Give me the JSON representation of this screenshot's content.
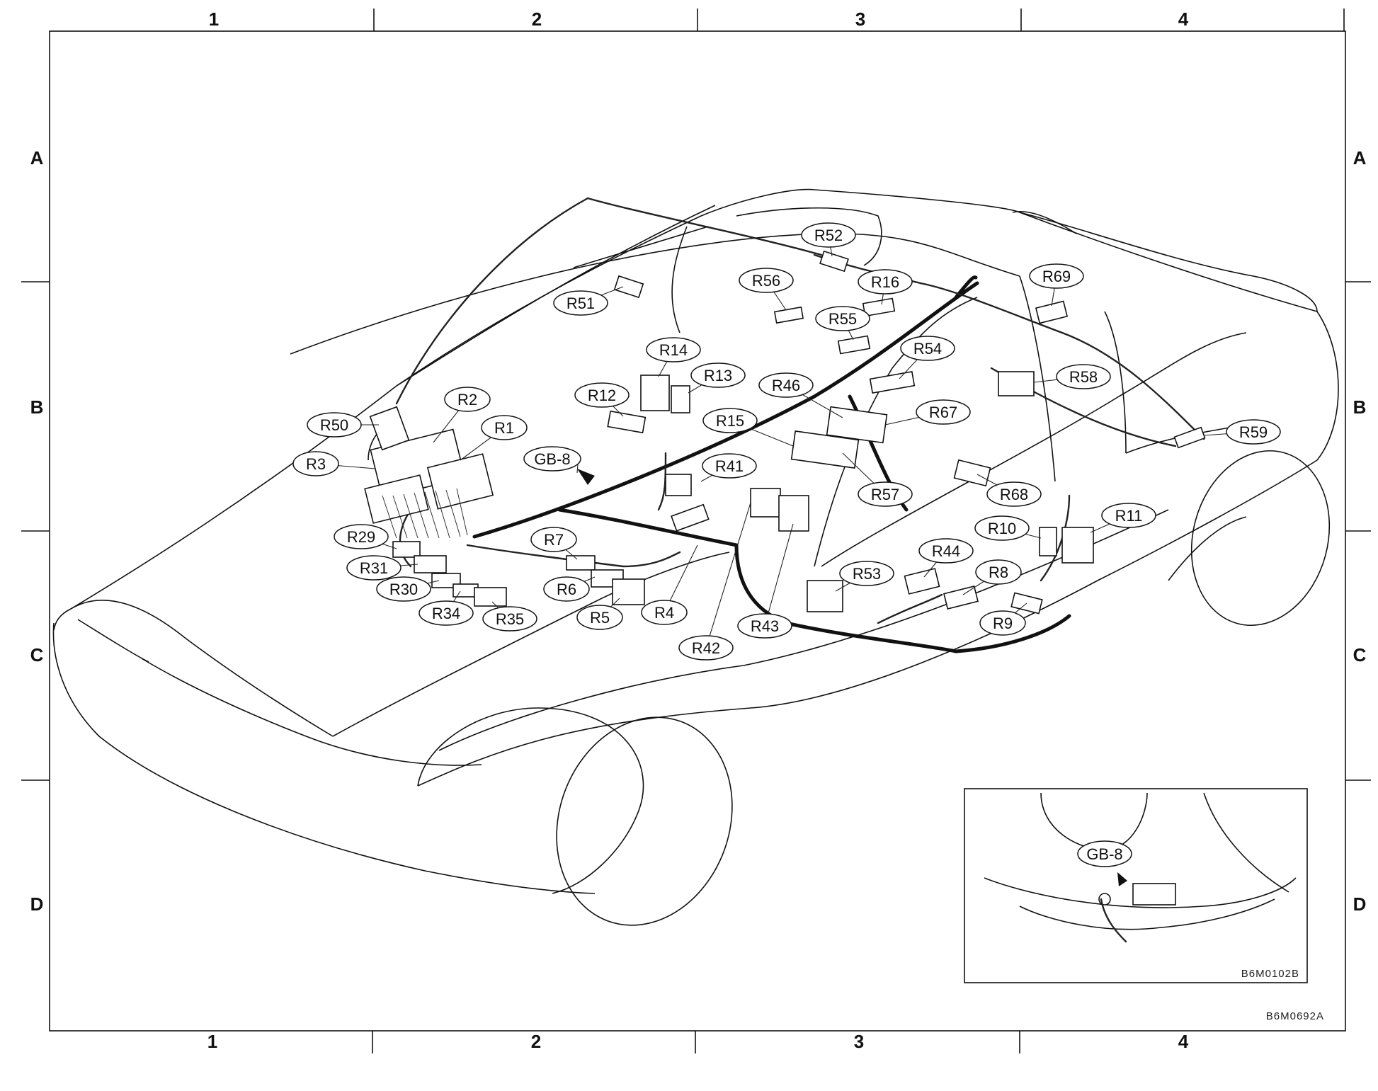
{
  "grid": {
    "columns": [
      "1",
      "2",
      "3",
      "4"
    ],
    "rows": [
      "A",
      "B",
      "C",
      "D"
    ]
  },
  "connectors": [
    "R1",
    "R2",
    "R3",
    "R4",
    "R5",
    "R6",
    "R7",
    "R8",
    "R9",
    "R10",
    "R11",
    "R12",
    "R13",
    "R14",
    "R15",
    "R16",
    "R29",
    "R30",
    "R31",
    "R34",
    "R35",
    "R41",
    "R42",
    "R43",
    "R44",
    "R46",
    "R50",
    "R51",
    "R52",
    "R53",
    "R54",
    "R55",
    "R56",
    "R57",
    "R58",
    "R59",
    "R67",
    "R68",
    "R69"
  ],
  "ground_point": "GB-8",
  "inset": {
    "label": "GB-8",
    "code": "B6M0102B"
  },
  "figure_code": "B6M0692A",
  "colors": {
    "line": "#111111",
    "background": "#ffffff"
  }
}
